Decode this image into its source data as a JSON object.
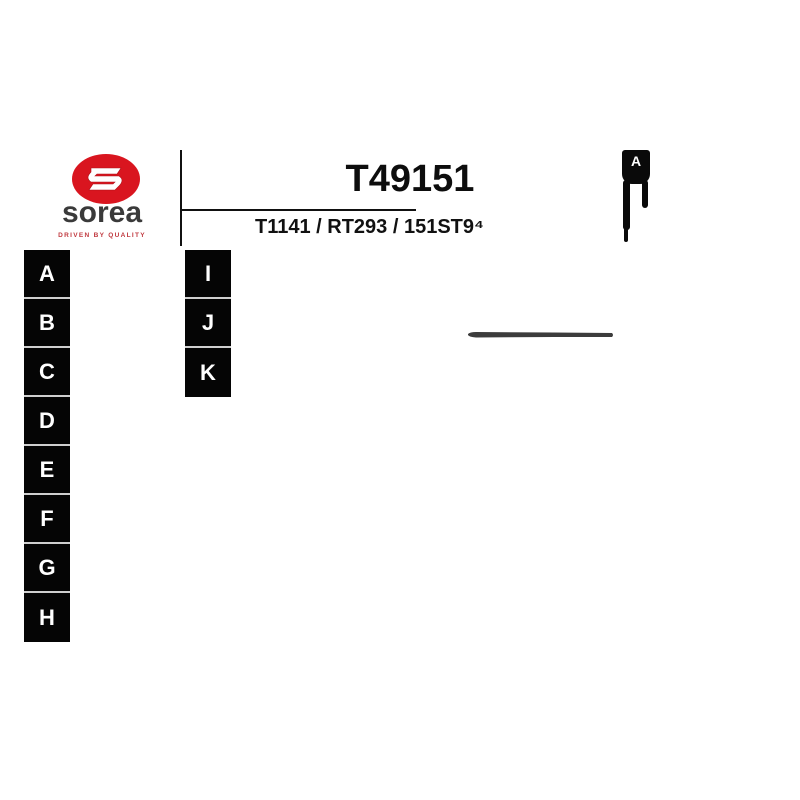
{
  "header": {
    "brand": {
      "name": "sorea",
      "tagline": "DRIVEN BY QUALITY",
      "colors": {
        "red": "#d9151f",
        "text": "#3a3a3a"
      }
    },
    "part_number": "T49151",
    "cross_references": "T1141 / RT293 / 151ST9⁴"
  },
  "dimension_labels": {
    "left": [
      "A",
      "B",
      "C",
      "D",
      "E",
      "F",
      "G",
      "H"
    ],
    "right": [
      "I",
      "J",
      "K"
    ]
  },
  "view_badge": {
    "label": "A"
  },
  "part_image": {
    "description": "timing belt tensioner rod side view"
  }
}
